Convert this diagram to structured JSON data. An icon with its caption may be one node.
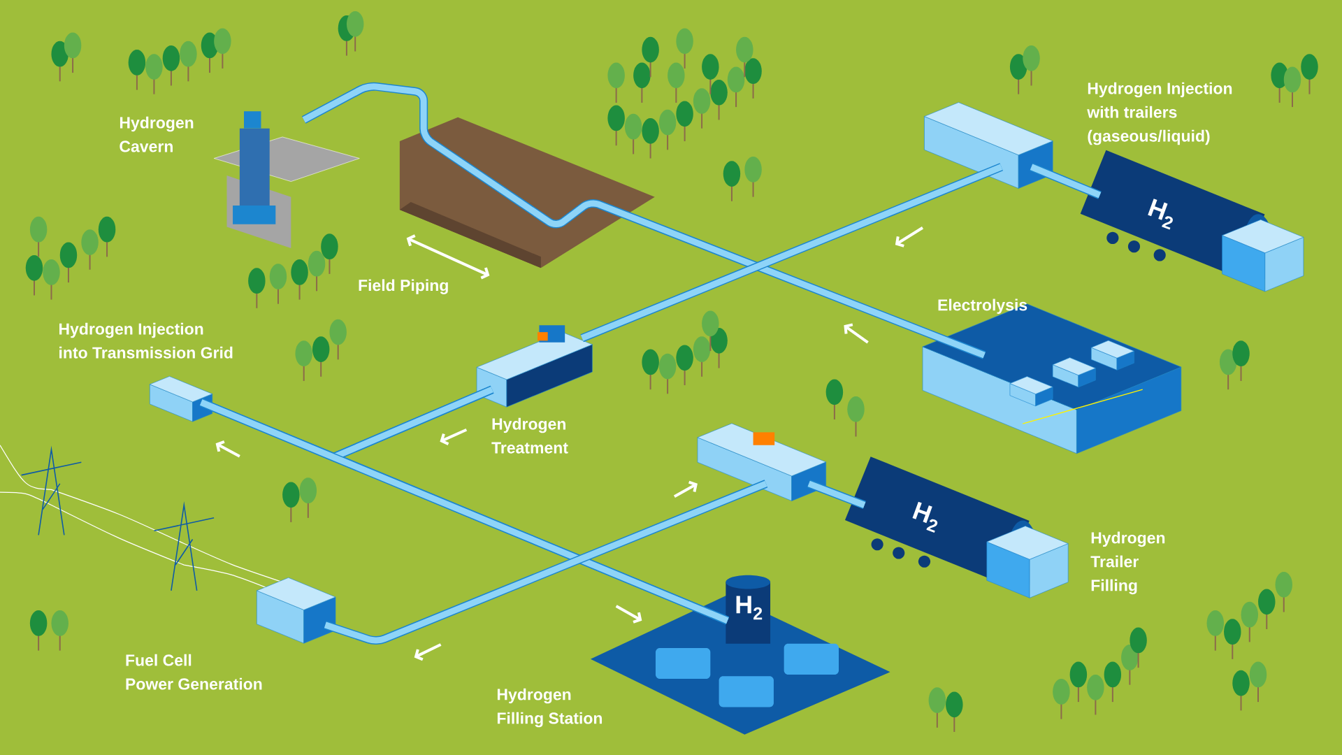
{
  "diagram": {
    "nodes": [
      {
        "text": [
          "Hydrogen Cavern"
        ]
      },
      {
        "text": [
          "Hydrogen Injection with trailers (gaseous/liquid)"
        ]
      },
      {
        "text": [
          "H$_{2}$"
        ]
      },
      {
        "text": [
          "Electrolysis"
        ]
      },
      {
        "text": [
          "Hydrogen Injection into Transmission Grid"
        ]
      },
      {
        "text": [
          "Hydrogen Treatment"
        ]
      },
      {
        "text": [],
        "shape": "box"
      },
      {
        "text": [
          "H$_{2}$",
          "Hydrogen Trailer Filling"
        ]
      },
      {
        "text": [
          "Fuel Cell Power Generation"
        ]
      },
      {
        "text": [
          "Hydrogen Filling Station",
          "H$_{2}$"
        ]
      }
    ],
    "edges": [
      {
        "from": 0,
        "to": 3,
        "arrow": "none"
      },
      {
        "from": 1,
        "to": 2,
        "arrow": "none"
      },
      {
        "from": 1,
        "to": 5,
        "arrow": "none"
      },
      {
        "from": 5,
        "to": 4,
        "arrow": "none"
      },
      {
        "from": 5,
        "to": 9,
        "arrow": "none"
      },
      {
        "from": 4,
        "to": 9,
        "arrow": "none"
      },
      {
        "from": 6,
        "to": 7,
        "arrow": "none"
      },
      {
        "from": 6,
        "to": 8,
        "arrow": "none"
      }
    ],
    "labels": [
      "Field Piping"
    ]
  }
}
